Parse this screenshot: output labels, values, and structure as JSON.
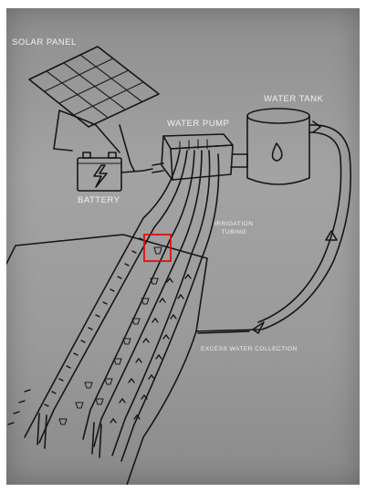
{
  "labels": {
    "solar_panel": "SOLAR PANEL",
    "water_tank": "WATER TANK",
    "water_pump": "WATER PUMP",
    "battery": "BATTERY",
    "irrigation_tubing_line1": "IRRIGATION",
    "irrigation_tubing_line2": "TUBING",
    "excess_water": "EXCESS WATER COLLECTION"
  },
  "colors": {
    "paper": "#9c9c9c",
    "ink": "#161616",
    "label_text": "#f2f2f2",
    "highlight_box": "#e01010"
  },
  "icons": {
    "tank_symbol": "water-drop-icon",
    "battery_symbol": "lightning-bolt-icon"
  }
}
